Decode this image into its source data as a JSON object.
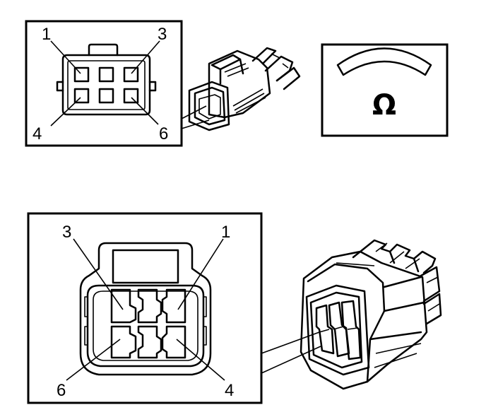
{
  "top_connector": {
    "pin_labels": [
      "1",
      "3",
      "4",
      "6"
    ]
  },
  "meter": {
    "symbol": "Ω"
  },
  "bottom_connector": {
    "pin_labels": [
      "3",
      "1",
      "6",
      "4"
    ]
  }
}
